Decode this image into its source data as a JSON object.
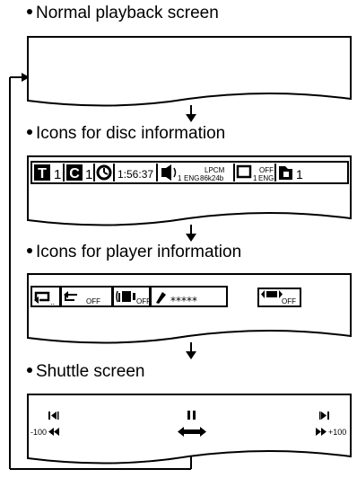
{
  "headings": {
    "normal": "Normal playback screen",
    "disc": "Icons for disc information",
    "player": "Icons for player information",
    "shuttle": "Shuttle screen"
  },
  "disc_info": {
    "title_icon": "T",
    "title_value": "1",
    "chapter_icon": "C",
    "chapter_value": "1",
    "time": "1:56:37",
    "audio_top": "LPCM",
    "audio_channel": "1",
    "audio_lang": "ENG",
    "audio_format": "86k24b",
    "subtitle_state": "OFF",
    "subtitle_channel": "1",
    "subtitle_lang": "ENG",
    "angle_value": "1"
  },
  "player_info": {
    "repeat_dots": "..",
    "ab_repeat_state": "OFF",
    "surround_state": "OFF",
    "marker_stars": "*****",
    "dialog_state": "OFF"
  },
  "shuttle": {
    "left_speed": "-100",
    "right_speed": "+100"
  }
}
